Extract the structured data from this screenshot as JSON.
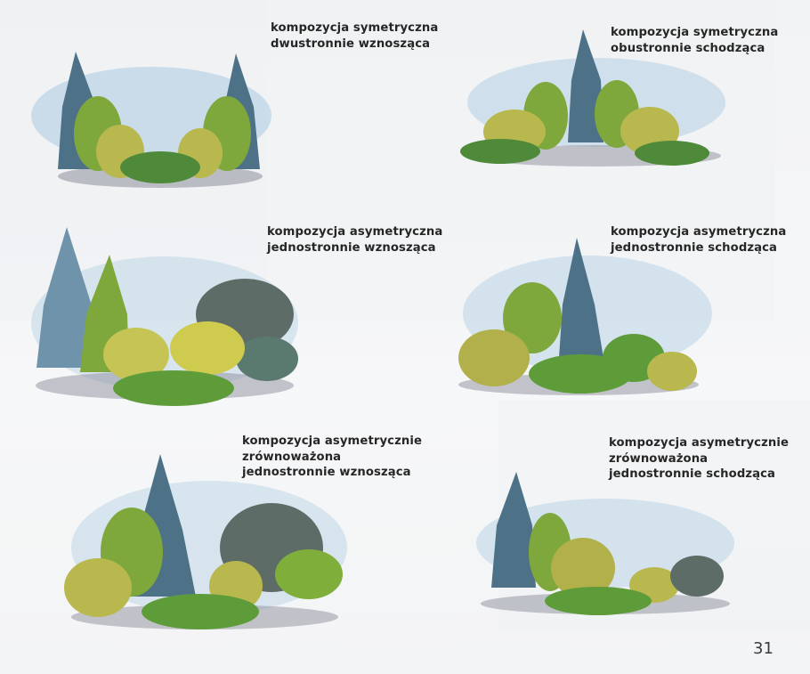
{
  "page": {
    "page_number": "31",
    "background_color": "#f4f5f6",
    "text_color": "#262626"
  },
  "compositions": [
    {
      "id": "symmetric-rising",
      "caption": [
        "kompozycja symetryczna",
        "dwustronnie wznosząca"
      ],
      "plants": [
        "blue-conifer",
        "green-shrub",
        "yellow-ball",
        "low-spreading-shrub",
        "yellow-ball",
        "green-shrub",
        "blue-conifer"
      ]
    },
    {
      "id": "symmetric-descending",
      "caption": [
        "kompozycja symetryczna",
        "obustronnie schodząca"
      ],
      "plants": [
        "low-spreading-shrub",
        "yellow-ball",
        "green-shrub",
        "blue-conifer",
        "green-shrub",
        "yellow-ball",
        "low-spreading-shrub"
      ]
    },
    {
      "id": "asymmetric-one-side-rising",
      "caption": [
        "kompozycja asymetryczna",
        "jednostronnie wznosząca"
      ],
      "plants": [
        "blue-conifer",
        "green-conifer",
        "yellow-ball",
        "low-spreading-shrub",
        "yellow-ball",
        "grey-shrub",
        "grey-green-shrub"
      ]
    },
    {
      "id": "asymmetric-one-side-descending",
      "caption": [
        "kompozycja asymetryczna",
        "jednostronnie schodząca"
      ],
      "plants": [
        "yellow-ball",
        "green-shrub",
        "blue-conifer",
        "low-spreading-shrub",
        "green-ball",
        "yellow-ball"
      ]
    },
    {
      "id": "asymmetric-balanced-rising",
      "caption": [
        "kompozycja asymetrycznie",
        "zrównoważona",
        "jednostronnie wznosząca"
      ],
      "plants": [
        "yellow-ball",
        "green-shrub",
        "blue-conifer",
        "low-spreading-shrub",
        "yellow-ball",
        "grey-shrub",
        "green-ball"
      ]
    },
    {
      "id": "asymmetric-balanced-descending",
      "caption": [
        "kompozycja asymetrycznie",
        "zrównoważona",
        "jednostronnie schodząca"
      ],
      "plants": [
        "blue-conifer",
        "green-shrub",
        "yellow-ball",
        "low-spreading-shrub",
        "yellow-ball",
        "grey-shrub"
      ]
    }
  ],
  "colors": {
    "sky_wash": "#b9d3e6",
    "blue_conifer": "#4d7288",
    "green_shrub": "#7ea83c",
    "yellow_ball": "#b9b84e",
    "low_shrub": "#4f8a3a",
    "grey_shrub": "#5e6c68",
    "ground_shadow": "#8d8f9c"
  }
}
